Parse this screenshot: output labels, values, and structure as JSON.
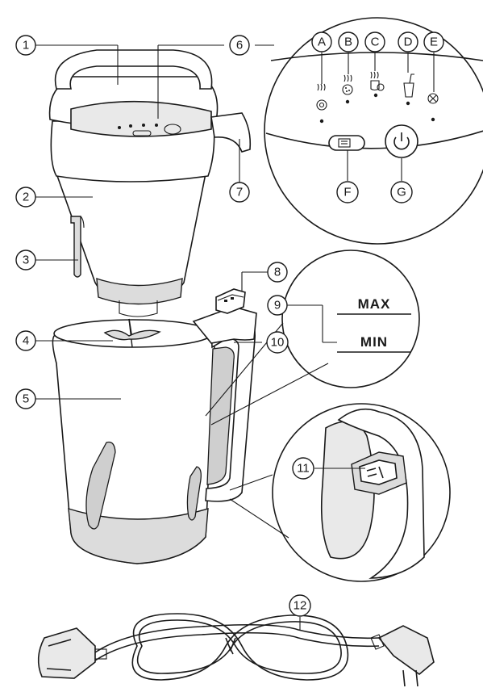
{
  "callouts": {
    "c1": "1",
    "c2": "2",
    "c3": "3",
    "c4": "4",
    "c5": "5",
    "c6": "6",
    "c7": "7",
    "c8": "8",
    "c9": "9",
    "c10": "10",
    "c11": "11",
    "c12": "12"
  },
  "panel_buttons": {
    "a": "A",
    "b": "B",
    "c": "C",
    "d": "D",
    "e": "E",
    "f": "F",
    "g": "G"
  },
  "levels": {
    "max": "MAX",
    "min": "MIN"
  },
  "icons": {
    "program_a": "smooth-soup-icon",
    "program_b": "chunky-soup-icon",
    "program_c": "compote-icon",
    "program_d": "milkshake-smoothie-icon",
    "program_e": "clean-icon",
    "menu_button": "menu-icon",
    "power_button": "power-icon"
  }
}
